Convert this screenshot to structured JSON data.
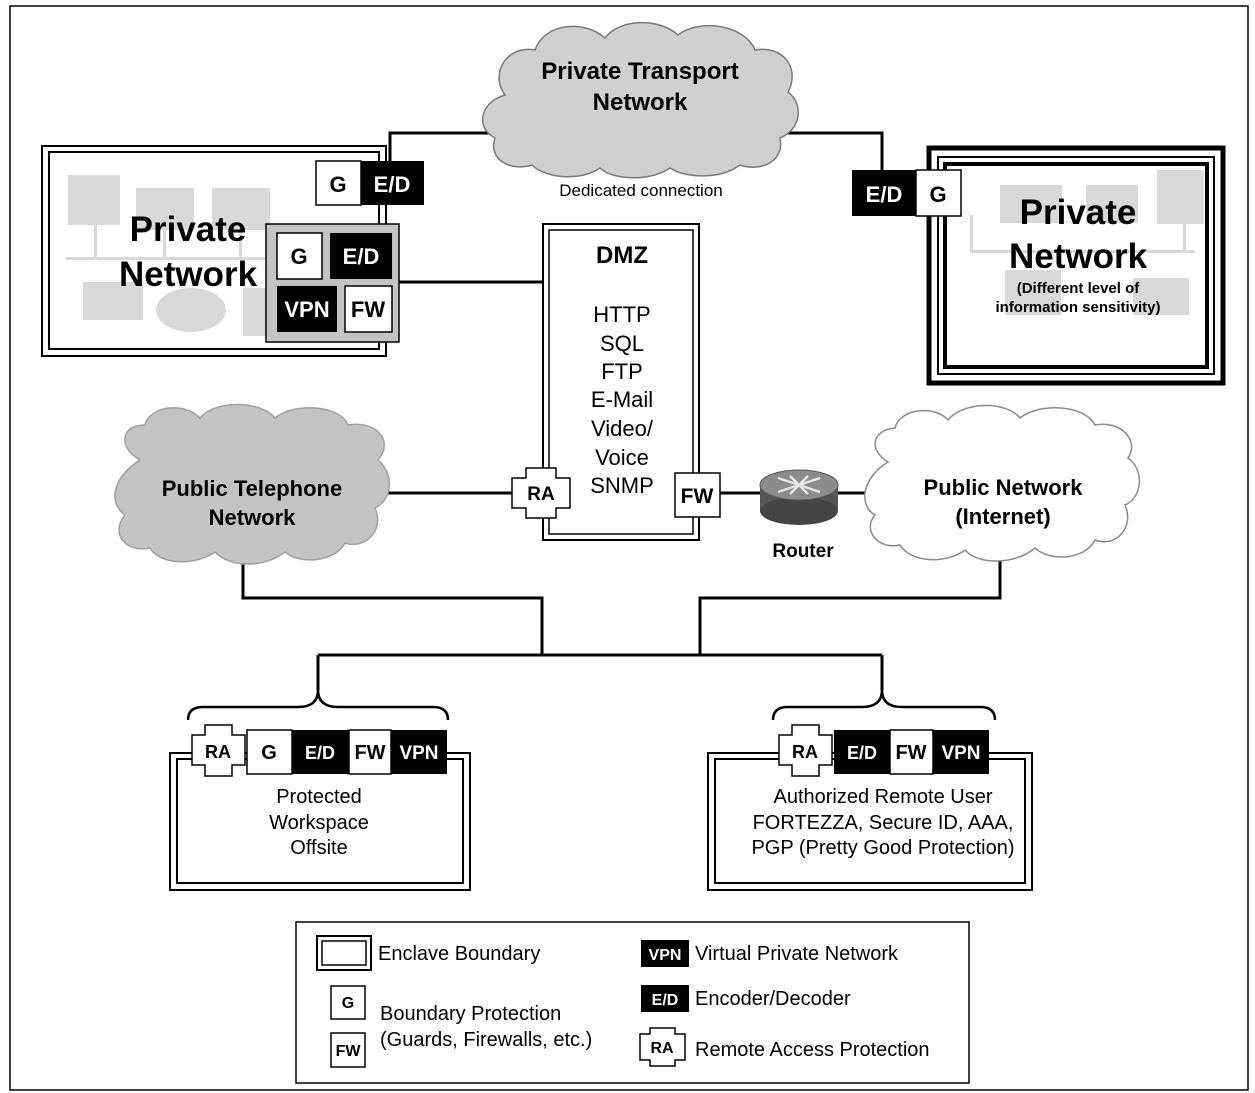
{
  "transport_cloud": {
    "line1": "Private Transport",
    "line2": "Network"
  },
  "dedicated_connection": "Dedicated connection",
  "left_private": {
    "line1": "Private",
    "line2": "Network"
  },
  "right_private": {
    "line1": "Private",
    "line2": "Network",
    "note1": "(Different level of",
    "note2": "information sensitivity)"
  },
  "dmz": {
    "title": "DMZ",
    "services": [
      "HTTP",
      "SQL",
      "FTP",
      "E-Mail",
      "Video/",
      "Voice",
      "SNMP"
    ]
  },
  "telephone_cloud": {
    "line1": "Public  Telephone",
    "line2": "Network"
  },
  "public_cloud": {
    "line1": "Public  Network",
    "line2": "(Internet)"
  },
  "router_label": "Router",
  "badges": {
    "g": "G",
    "ed": "E/D",
    "vpn": "VPN",
    "fw": "FW",
    "ra": "RA"
  },
  "workspace": {
    "line1": "Protected",
    "line2": "Workspace",
    "line3": "Offsite"
  },
  "remote_user": {
    "line1": "Authorized Remote User",
    "line2": "FORTEZZA, Secure ID, AAA,",
    "line3": "PGP (Pretty Good Protection)"
  },
  "legend": {
    "enclave": "Enclave Boundary",
    "boundary1": "Boundary Protection",
    "boundary2": "(Guards, Firewalls, etc.)",
    "vpn": "Virtual Private Network",
    "ed": "Encoder/Decoder",
    "ra": "Remote Access Protection"
  }
}
